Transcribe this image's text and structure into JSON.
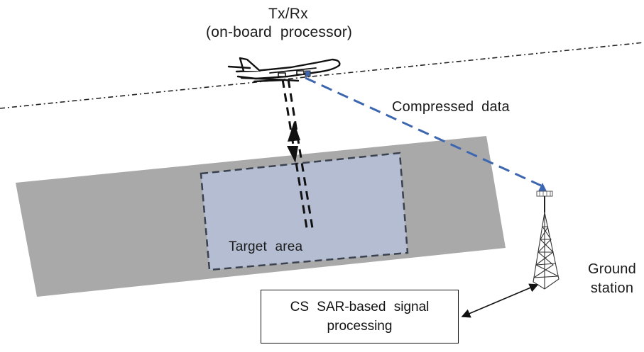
{
  "figure": {
    "aircraft_label_line1": "Tx/Rx",
    "aircraft_label_line2": "(on-board  processor)",
    "downlink_label": "Compressed  data",
    "target_label": "Target  area",
    "ground_station_line1": "Ground",
    "ground_station_line2": "station",
    "processing_line1": "CS SAR-based  signal",
    "processing_line2": "processing"
  },
  "colors": {
    "swath_fill": "#a9a9a9",
    "target_fill": "#b4bdd2",
    "target_border": "#3a4250",
    "downlink_line": "#3d66b0",
    "ink": "#111111"
  },
  "icons": {
    "aircraft": "airplane-icon",
    "tower": "radio-tower-icon"
  }
}
